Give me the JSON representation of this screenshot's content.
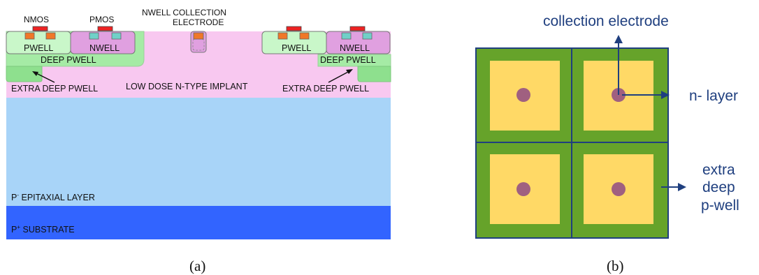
{
  "panel_a": {
    "labels": {
      "nmos": "NMOS",
      "pmos": "PMOS",
      "nwell_collection_line1": "NWELL COLLECTION",
      "nwell_collection_line2": "ELECTRODE",
      "pwell_left": "PWELL",
      "nwell_left": "NWELL",
      "pwell_right": "PWELL",
      "nwell_right": "NWELL",
      "deep_pwell_left": "DEEP PWELL",
      "deep_pwell_right": "DEEP PWELL",
      "extra_deep_left": "EXTRA DEEP PWELL",
      "extra_deep_right": "EXTRA DEEP PWELL",
      "implant": "LOW DOSE N-TYPE IMPLANT",
      "epi_prefix": "P",
      "epi_sup": "-",
      "epi_rest": " EPITAXIAL LAYER",
      "sub_prefix": "P",
      "sub_sup": "+",
      "sub_rest": " SUBSTRATE"
    },
    "caption": "(a)",
    "colors": {
      "implant": "#f8c8f0",
      "pwell": "#c9f7c9",
      "nwell": "#e0a0e0",
      "deep_pwell": "#a5eba5",
      "extra_deep_pwell": "#8ee08e",
      "epi": "#a8d4f8",
      "substrate": "#3264ff",
      "gate": "#ee2222",
      "nplus": "#f07828",
      "pplus": "#70d0c8"
    }
  },
  "panel_b": {
    "labels": {
      "collection_electrode": "collection electrode",
      "n_layer": "n- layer",
      "extra_line1": "extra",
      "extra_line2": "deep",
      "extra_line3": "p-well"
    },
    "caption": "(b)",
    "colors": {
      "frame": "#66a32a",
      "grid": "#1f3f7f",
      "n_layer": "#ffd966",
      "electrode": "#a06080",
      "arrow": "#1f3f7f"
    }
  }
}
